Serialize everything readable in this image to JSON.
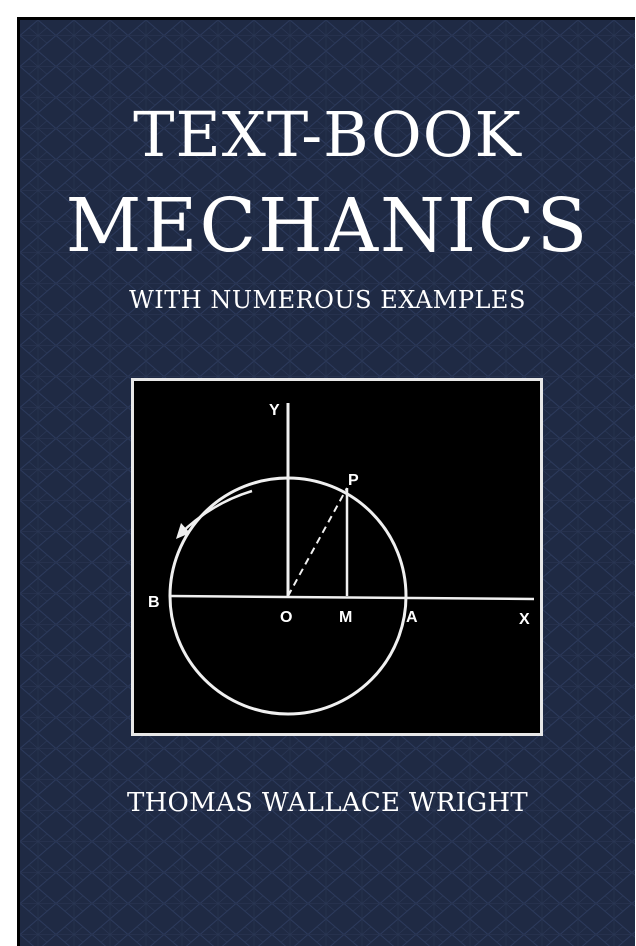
{
  "cover": {
    "title_line_1": "TEXT-BOOK",
    "title_line_2": "MECHANICS",
    "subtitle": "WITH NUMEROUS EXAMPLES",
    "author": "THOMAS WALLACE WRIGHT",
    "background_color": "#1f2a44",
    "text_color": "#ffffff"
  },
  "figure": {
    "labels": {
      "y": "Y",
      "p": "P",
      "b": "B",
      "o": "O",
      "m": "M",
      "a": "A",
      "x": "X"
    },
    "icon": "circle-rotation-diagram"
  }
}
